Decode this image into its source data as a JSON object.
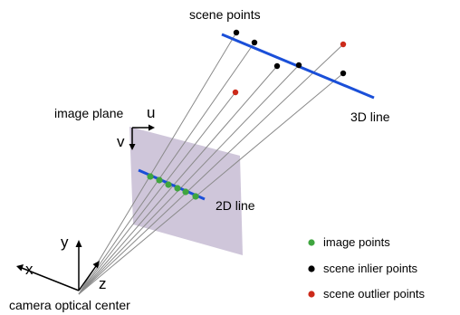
{
  "labels": {
    "scene_points": "scene points",
    "line_3d": "3D line",
    "image_plane": "image plane",
    "u": "u",
    "v": "v",
    "line_2d": "2D line",
    "x": "x",
    "y": "y",
    "z": "z",
    "camera_center": "camera optical center"
  },
  "legend": [
    {
      "label": "image points",
      "color": "#3fa53f"
    },
    {
      "label": "scene inlier points",
      "color": "#000000"
    },
    {
      "label": "scene outlier points",
      "color": "#cc2a1a"
    }
  ],
  "colors": {
    "line": "#1a4fd8",
    "plane": "#c7bcd4",
    "ray": "#8a8a8a"
  }
}
